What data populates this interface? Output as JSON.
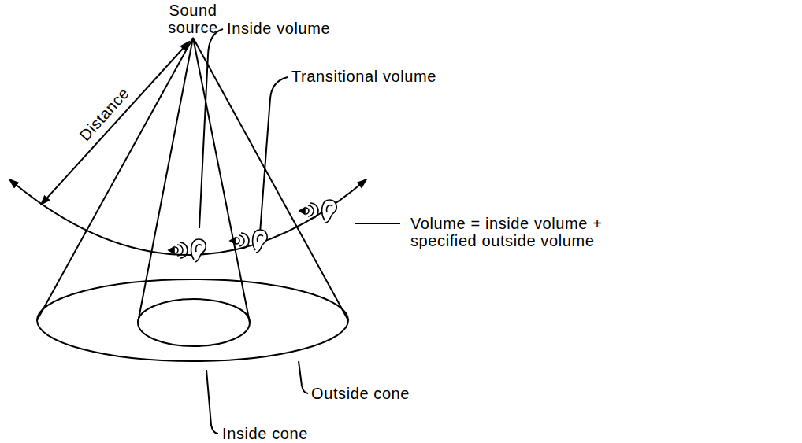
{
  "diagram": {
    "labels": [
      "Sound source",
      "Distance",
      "Inside volume",
      "Transitional volume",
      "Volume = inside volume + specified outside volume",
      "Outside cone",
      "Inside cone"
    ]
  }
}
